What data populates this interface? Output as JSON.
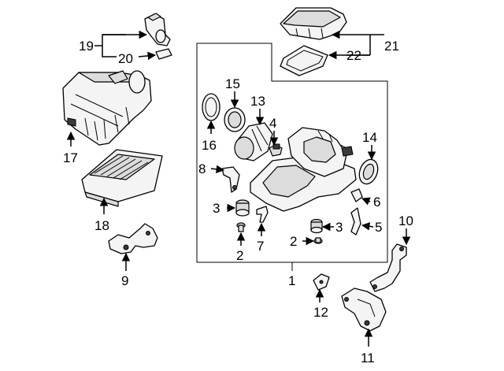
{
  "diagram": {
    "callouts": {
      "n1": "1",
      "n2a": "2",
      "n2b": "2",
      "n3a": "3",
      "n3b": "3",
      "n4": "4",
      "n5": "5",
      "n6": "6",
      "n7": "7",
      "n8": "8",
      "n9": "9",
      "n10": "10",
      "n11": "11",
      "n12": "12",
      "n13": "13",
      "n14": "14",
      "n15": "15",
      "n16": "16",
      "n17": "17",
      "n18": "18",
      "n19": "19",
      "n20": "20",
      "n21": "21",
      "n22": "22"
    }
  }
}
